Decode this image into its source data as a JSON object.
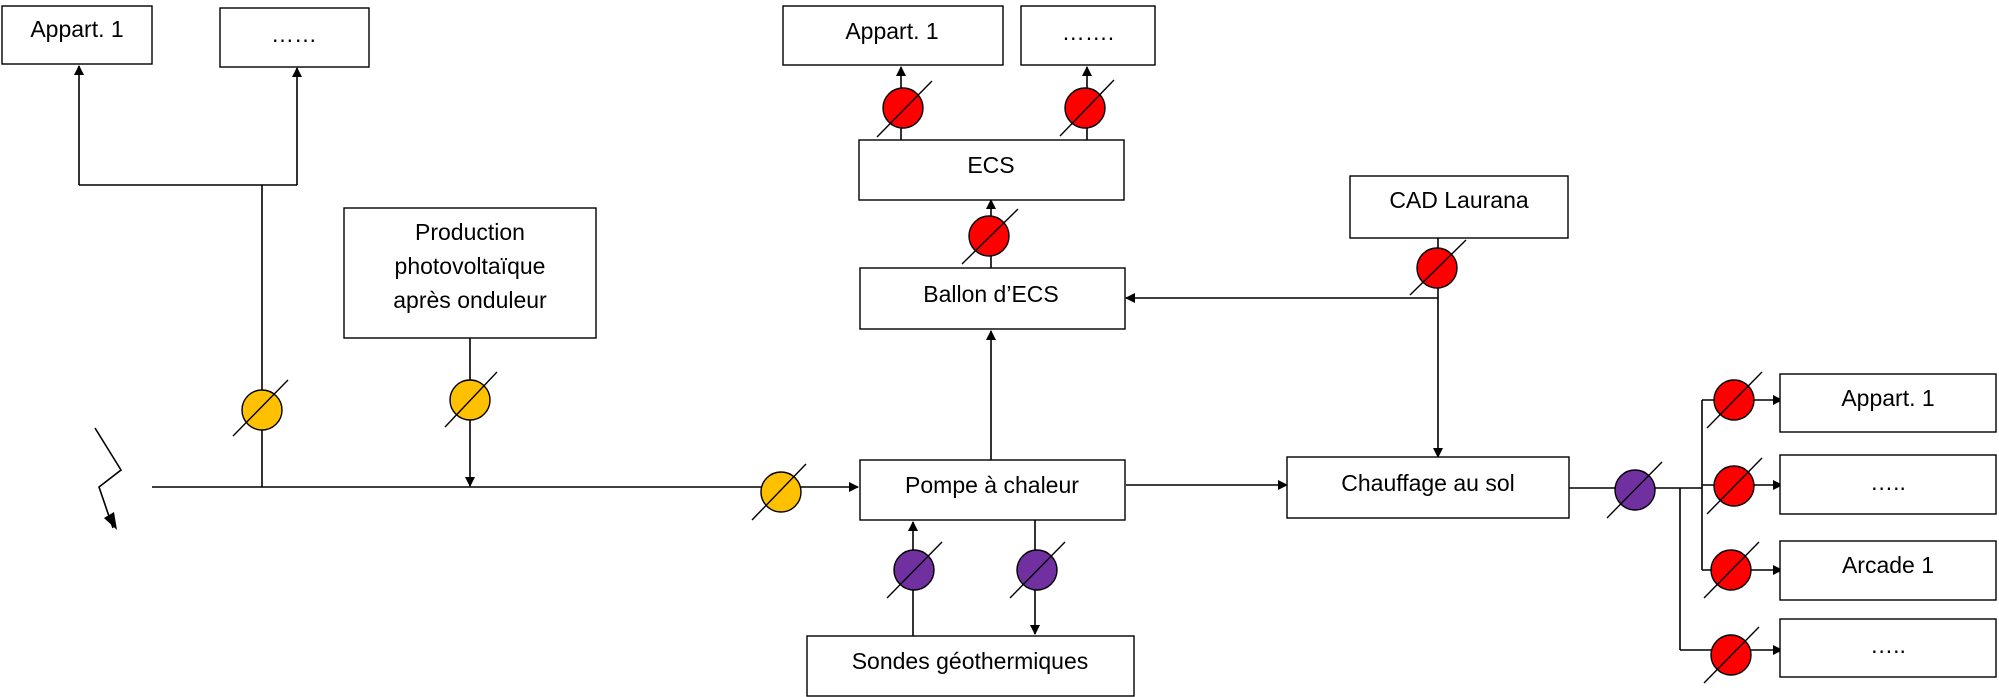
{
  "colors": {
    "electric_meter": "#FFC000",
    "heat_meter": "#FF0000",
    "ground_meter": "#7030A0",
    "line": "#000000",
    "box_fill": "#FFFFFF"
  },
  "boxes": {
    "appart_left": "Appart. 1",
    "dots_left": "……",
    "production_pv_line1": "Production",
    "production_pv_line2": "photovoltaïque",
    "production_pv_line3": "après onduleur",
    "appart_top": "Appart. 1",
    "dots_top": "…….",
    "ecs": "ECS",
    "ballon_ecs": "Ballon d’ECS",
    "cad_laurana": "CAD Laurana",
    "pompe_a_chaleur": "Pompe à chaleur",
    "chauffage_au_sol": "Chauffage au sol",
    "sondes_geothermiques": "Sondes géothermiques",
    "appart_right": "Appart. 1",
    "dots_right_1": "…..",
    "arcade_1": "Arcade 1",
    "dots_right_2": "….."
  },
  "icons": {
    "grid_supply": "lightning-icon",
    "meter": "meter-icon"
  }
}
